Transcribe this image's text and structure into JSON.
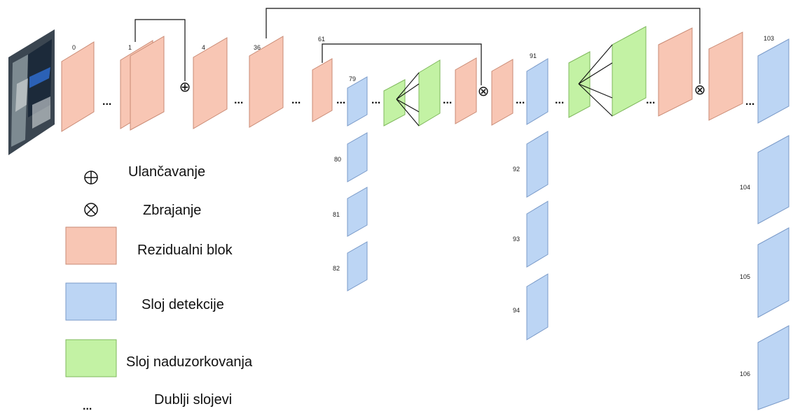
{
  "colors": {
    "residual": "#f8c6b4",
    "residual_stroke": "#c98a74",
    "detection": "#bcd5f4",
    "detection_stroke": "#7a9ac8",
    "upsample": "#c3f2a4",
    "upsample_stroke": "#7fb85c",
    "line": "#111111"
  },
  "layer_numbers": {
    "n0": "0",
    "n1": "1",
    "n4": "4",
    "n36": "36",
    "n61": "61",
    "n79": "79",
    "n80": "80",
    "n81": "81",
    "n82": "82",
    "n91": "91",
    "n92": "92",
    "n93": "93",
    "n94": "94",
    "n103": "103",
    "n104": "104",
    "n105": "105",
    "n106": "106"
  },
  "ellipsis": "...",
  "symbols": {
    "concat": "⊕",
    "add": "⊗"
  },
  "legend": {
    "concat": "Ulančavanje",
    "add": "Zbrajanje",
    "residual": "Rezidualni blok",
    "detection": "Sloj detekcije",
    "upsample": "Sloj naduzorkovanja",
    "deeper": "Dublji slojevi"
  }
}
